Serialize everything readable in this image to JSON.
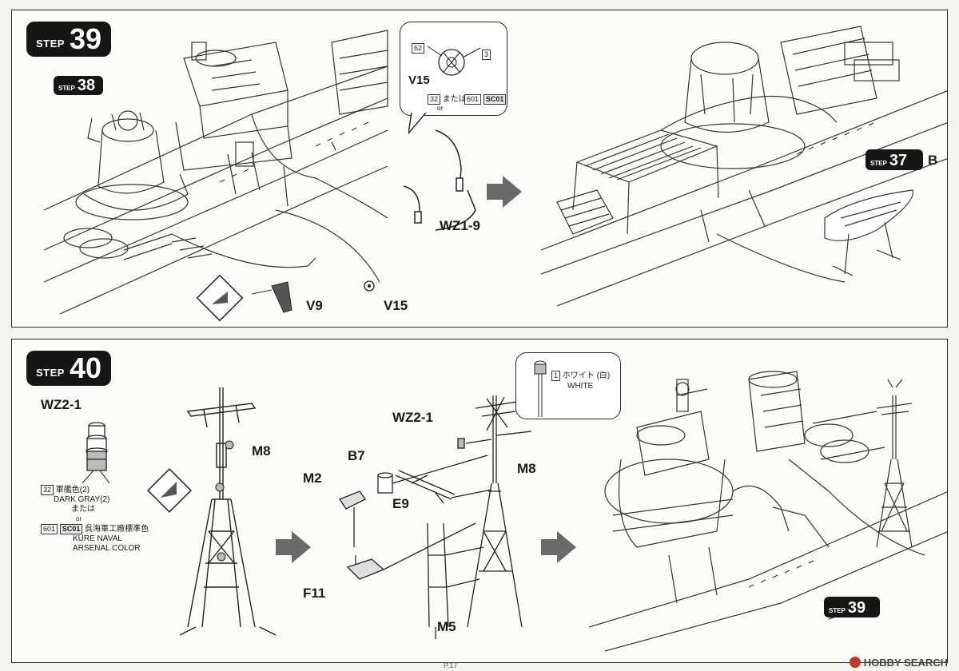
{
  "step39": {
    "word": "STEP",
    "number": "39",
    "ref_step": {
      "word": "STEP",
      "number": "38"
    },
    "ref_step_b": {
      "word": "STEP",
      "number": "37",
      "suffix": "B"
    },
    "parts": {
      "v15": "V15",
      "v9": "V9",
      "v15b": "V15",
      "wz": "WZ1-9"
    },
    "callout": {
      "part": "V15",
      "code_a": "62",
      "code_b": "3",
      "code_c": "32",
      "matawa": "または",
      "or": "or",
      "code_d": "601",
      "code_e": "SC01"
    }
  },
  "step40": {
    "word": "STEP",
    "number": "40",
    "ref_step": {
      "word": "STEP",
      "number": "39"
    },
    "parts": {
      "wz_left": "WZ2-1",
      "m8_left": "M8",
      "m2": "M2",
      "b7": "B7",
      "e9": "E9",
      "f11": "F11",
      "wz_mid": "WZ2-1",
      "m8_mid": "M8",
      "m5": "M5"
    },
    "paint": {
      "code_32": "32",
      "jp_gray": "軍艦色(2)",
      "en_gray": "DARK GRAY(2)",
      "matawa": "または",
      "or": "or",
      "code_601": "601",
      "code_sc01": "SC01",
      "jp_kure": "呉海軍工廠標準色",
      "en_kure1": "KURE NAVAL",
      "en_kure2": "ARSENAL COLOR"
    },
    "white_callout": {
      "code": "1",
      "jp": "ホワイト (白)",
      "en": "WHITE"
    }
  },
  "footer": {
    "text": "P.17"
  },
  "watermark": {
    "text": "HOBBY SEARCH"
  }
}
